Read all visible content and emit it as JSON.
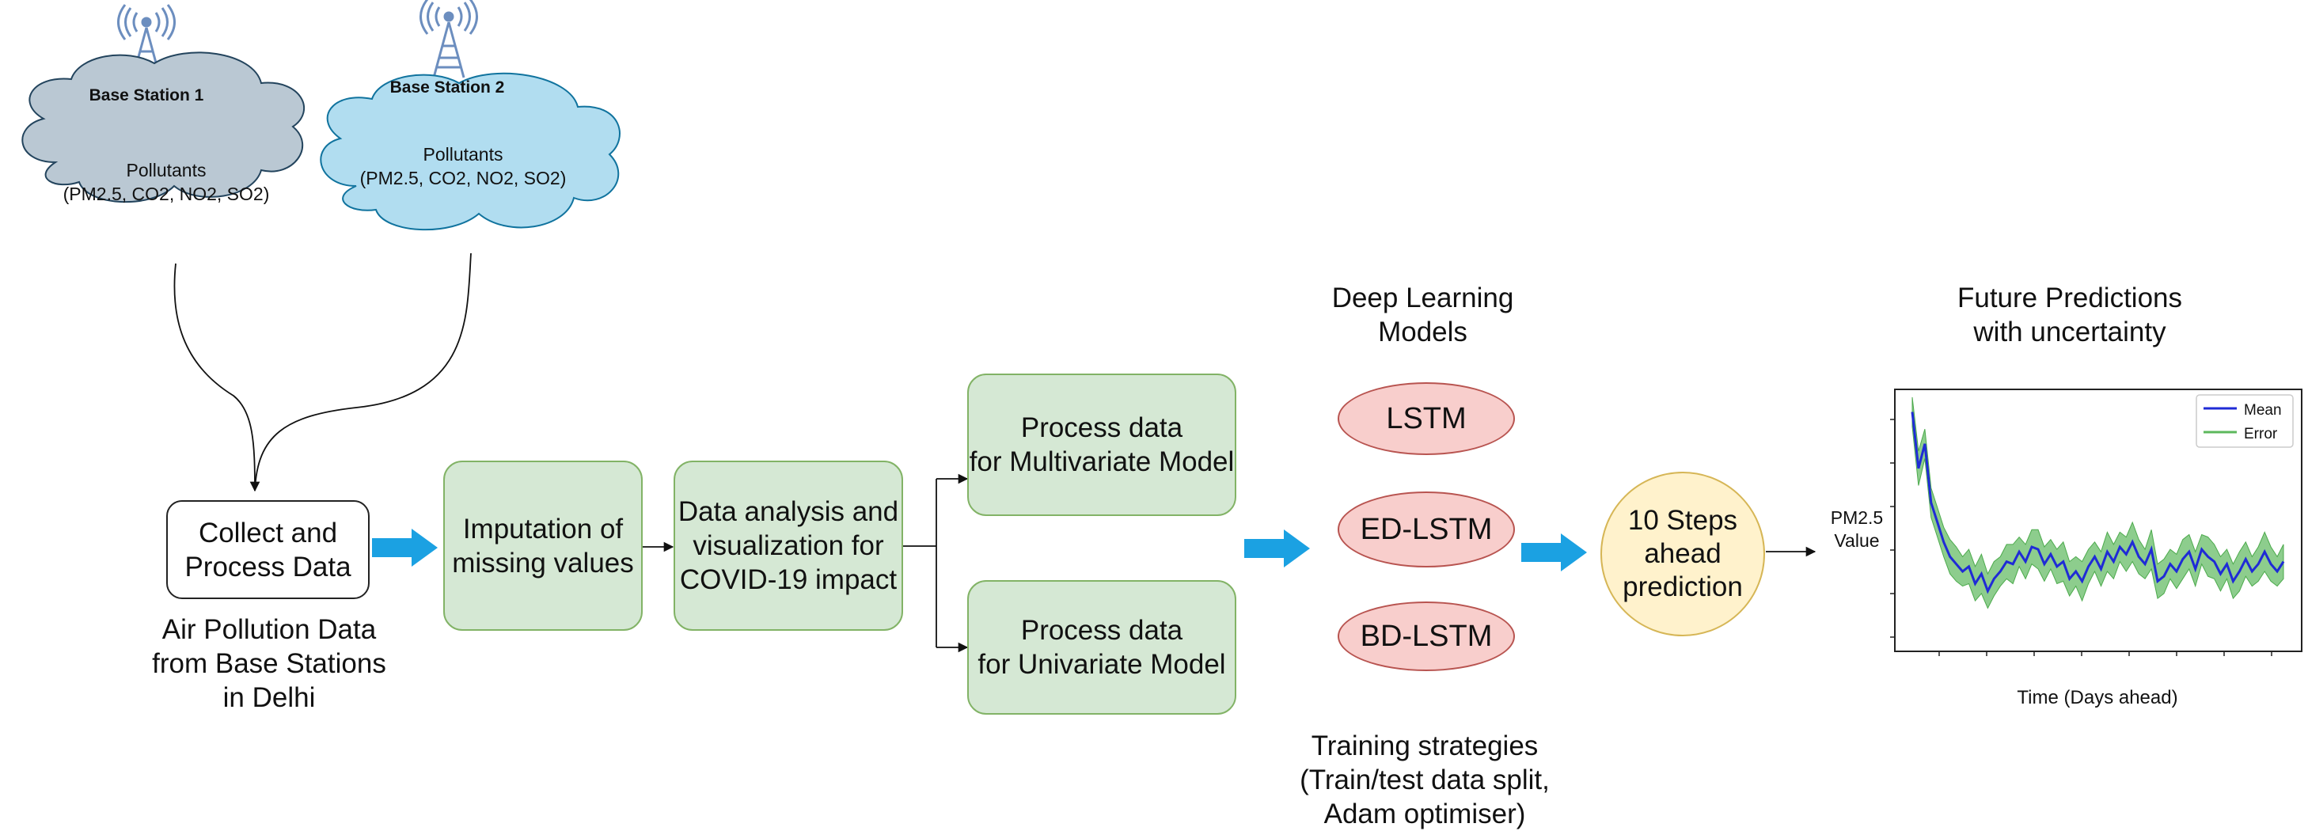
{
  "stations": [
    {
      "label": "Base Station 1",
      "cloud_text": "Pollutants\n(PM2.5, CO2, NO2, SO2)",
      "cloud_color": "#bac8d3"
    },
    {
      "label": "Base Station 2",
      "cloud_text": "Pollutants\n(PM2.5, CO2, NO2, SO2)",
      "cloud_color": "#b1ddf0"
    }
  ],
  "collect_box": "Collect and\nProcess Data",
  "collect_caption": "Air Pollution Data\nfrom Base Stations\nin Delhi",
  "imputation_box": "Imputation of\nmissing values",
  "analysis_box": "Data analysis and\nvisualization for\nCOVID-19 impact",
  "multivariate_box": "Process data\nfor Multivariate Model",
  "univariate_box": "Process data\nfor Univariate Model",
  "models_title": "Deep Learning\nModels",
  "models": [
    "LSTM",
    "ED-LSTM",
    "BD-LSTM"
  ],
  "training_caption": "Training strategies\n(Train/test data split,\nAdam optimiser)",
  "prediction_circle": "10 Steps\nahead\nprediction",
  "future_title": "Future Predictions\nwith uncertainty",
  "colors": {
    "green_fill": "#d5e8d4",
    "green_border": "#82b366",
    "red_fill": "#f8cecc",
    "yellow_fill": "#fff2cc",
    "arrow_blue": "#1ba1e2",
    "mean_line": "#1f2bd6",
    "error_band": "#5cb85c"
  },
  "chart_data": {
    "type": "line",
    "ylabel": "PM2.5\nValue",
    "xlabel": "Time (Days ahead)",
    "legend": [
      "Mean",
      "Error"
    ],
    "legend_position": "top-right",
    "grid": false,
    "series": [
      {
        "name": "Mean",
        "values": [
          0.95,
          0.72,
          0.82,
          0.58,
          0.5,
          0.42,
          0.36,
          0.33,
          0.3,
          0.32,
          0.25,
          0.29,
          0.22,
          0.27,
          0.3,
          0.34,
          0.33,
          0.38,
          0.34,
          0.4,
          0.39,
          0.33,
          0.37,
          0.32,
          0.34,
          0.27,
          0.3,
          0.26,
          0.32,
          0.36,
          0.31,
          0.38,
          0.34,
          0.4,
          0.37,
          0.42,
          0.36,
          0.33,
          0.39,
          0.26,
          0.28,
          0.33,
          0.3,
          0.35,
          0.38,
          0.31,
          0.39,
          0.36,
          0.34,
          0.29,
          0.33,
          0.26,
          0.3,
          0.35,
          0.3,
          0.33,
          0.38,
          0.33,
          0.3,
          0.34
        ]
      },
      {
        "name": "Error",
        "values": [
          0.06,
          0.07,
          0.06,
          0.06,
          0.06,
          0.06,
          0.07,
          0.07,
          0.06,
          0.07,
          0.07,
          0.08,
          0.07,
          0.07,
          0.06,
          0.07,
          0.08,
          0.06,
          0.07,
          0.07,
          0.08,
          0.07,
          0.06,
          0.07,
          0.08,
          0.07,
          0.06,
          0.08,
          0.07,
          0.06,
          0.07,
          0.08,
          0.07,
          0.06,
          0.07,
          0.08,
          0.07,
          0.06,
          0.08,
          0.07,
          0.07,
          0.06,
          0.07,
          0.08,
          0.07,
          0.07,
          0.06,
          0.08,
          0.07,
          0.07,
          0.06,
          0.07,
          0.08,
          0.07,
          0.06,
          0.07,
          0.08,
          0.07,
          0.06,
          0.07
        ]
      }
    ]
  }
}
